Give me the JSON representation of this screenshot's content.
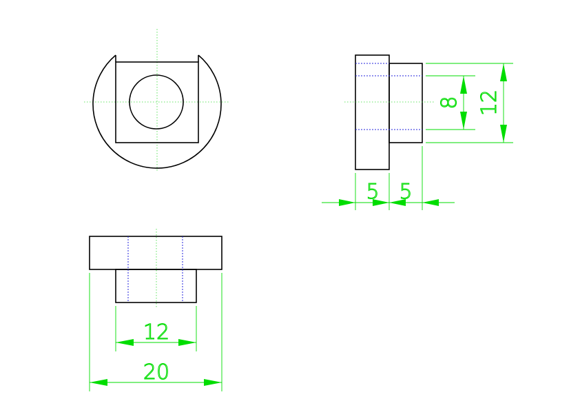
{
  "colors": {
    "background": "#ffffff",
    "object_line": "#000000",
    "hidden_line": "#2222dd",
    "dimension": "#00dd00",
    "center_line": "#33dd33"
  },
  "dimensions": {
    "side_width_left": "5",
    "side_width_right": "5",
    "side_inner_height": "8",
    "side_outer_height": "12",
    "bottom_inner_width": "12",
    "bottom_total_width": "20"
  }
}
